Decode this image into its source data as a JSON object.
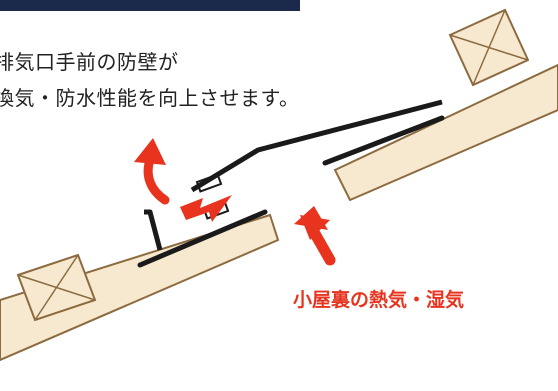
{
  "description": {
    "line1": "排気口手前の防壁が",
    "line2": "換気・防水性能を向上させます。"
  },
  "airflow_label": "小屋裏の熱気・湿気",
  "colors": {
    "header_bar": "#1b2a4b",
    "roof_board": "#f7e9cf",
    "outline": "#8c6b40",
    "metal": "#1a1a1a",
    "arrow": "#e8341f",
    "crate_stroke": "#8c6b40"
  }
}
